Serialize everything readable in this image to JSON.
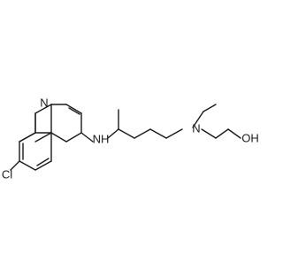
{
  "molecule": {
    "atom_labels": {
      "ring_nitrogen": "N",
      "amine_nh": "NH",
      "tertiary_nitrogen": "N",
      "chlorine": "Cl",
      "hydroxyl": "OH"
    },
    "colors": {
      "bond": "#1a1a1a",
      "label": "#1a1a1a",
      "background": "#ffffff"
    }
  }
}
